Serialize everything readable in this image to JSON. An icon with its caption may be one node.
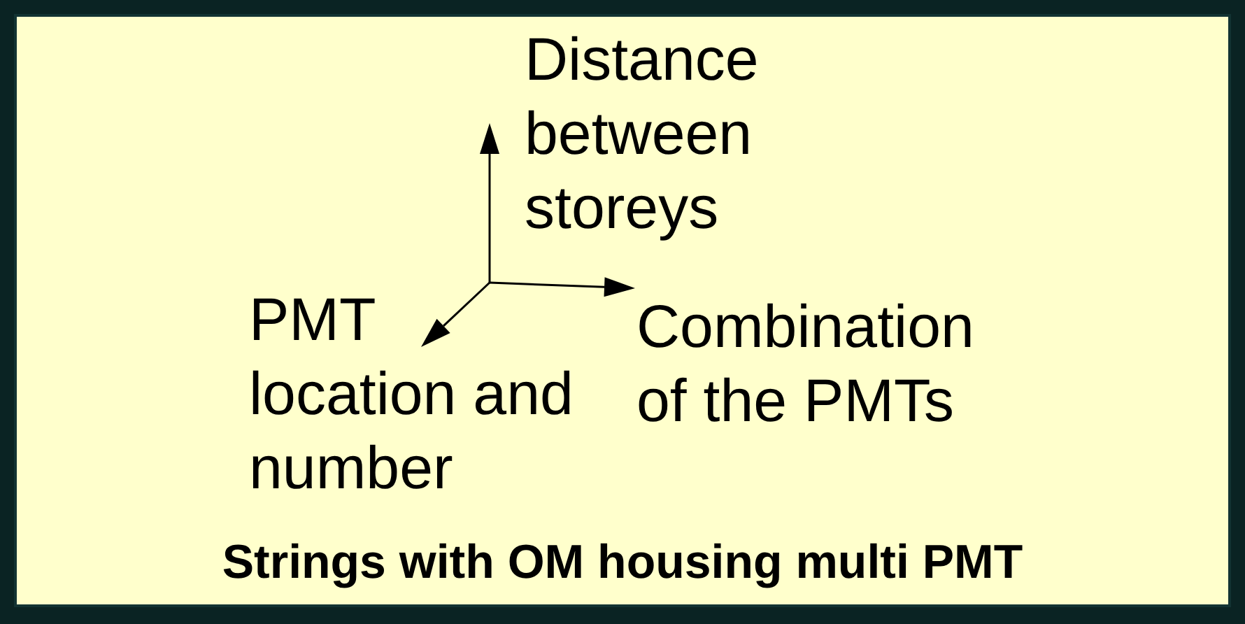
{
  "diagram": {
    "labels": [
      "Distance between storeys",
      "Combination of the PMTs",
      "PMT location and number"
    ],
    "caption": "Strings with OM housing multi PMT"
  }
}
